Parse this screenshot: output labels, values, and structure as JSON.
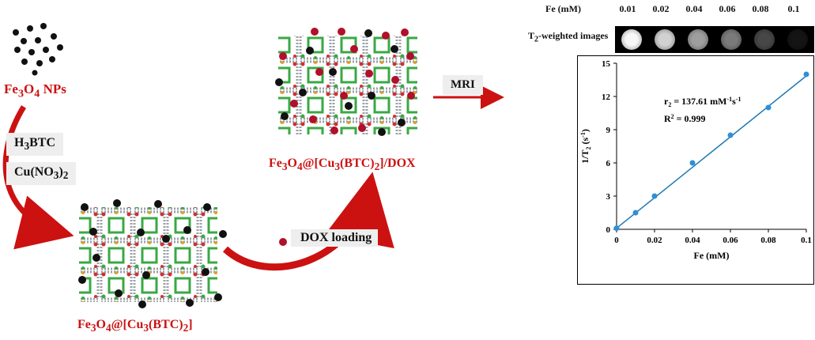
{
  "left": {
    "np_label_pre": "Fe",
    "np_sub1": "3",
    "np_mid": "O",
    "np_sub2": "4",
    "np_post": " NPs",
    "reagent1_pre": "H",
    "reagent1_sub": "3",
    "reagent1_post": "BTC",
    "reagent2_pre": "Cu(NO",
    "reagent2_sub": "3",
    "reagent2_post": ")",
    "reagent2_sub2": "2",
    "mof_label": {
      "a": "Fe",
      "s1": "3",
      "b": "O",
      "s2": "4",
      "c": "@[Cu",
      "s3": "3",
      "d": "(BTC)",
      "s4": "2",
      "e": "]"
    },
    "dox_loading": "DOX loading",
    "mof_dox_label": {
      "a": "Fe",
      "s1": "3",
      "b": "O",
      "s2": "4",
      "c": "@[Cu",
      "s3": "3",
      "d": "(BTC)",
      "s4": "2",
      "e": "]/DOX"
    },
    "mri": "MRI"
  },
  "colors": {
    "red": "#cc1111",
    "dox": "#b0102a",
    "np": "#111111",
    "line": "#1f78b4",
    "point": "#2e8fd6"
  },
  "t2": {
    "fe_header": "Fe (mM)",
    "concentrations": [
      "0.01",
      "0.02",
      "0.04",
      "0.06",
      "0.08",
      "0.1"
    ],
    "row_label_pre": "T",
    "row_label_sub": "2",
    "row_label_post": "-weighted images",
    "brightness": [
      0.97,
      0.82,
      0.62,
      0.48,
      0.28,
      0.08
    ]
  },
  "chart_data": {
    "type": "scatter",
    "x": [
      0,
      0.01,
      0.02,
      0.04,
      0.06,
      0.08,
      0.1
    ],
    "y": [
      0.1,
      1.5,
      3.0,
      6.0,
      8.5,
      11.0,
      14.0
    ],
    "fit": {
      "slope": 137.61,
      "intercept": 0.1
    },
    "xlabel": "Fe (mM)",
    "ylabel_pre": "1/T",
    "ylabel_sub": "2",
    "ylabel_post": " (s",
    "ylabel_sup": "-1",
    "ylabel_end": ")",
    "xlim": [
      0,
      0.1
    ],
    "ylim": [
      0,
      15
    ],
    "xticks": [
      "0",
      "0.02",
      "0.04",
      "0.06",
      "0.08",
      "0.1"
    ],
    "yticks": [
      "0",
      "3",
      "6",
      "9",
      "12",
      "15"
    ],
    "annot1_pre": "r",
    "annot1_sub": "2",
    "annot1_mid": " = 137.61 mM",
    "annot1_sup1": "-1",
    "annot1_s": "s",
    "annot1_sup2": "-1",
    "annot2_pre": "R",
    "annot2_sup": "2",
    "annot2_post": " = 0.999"
  }
}
